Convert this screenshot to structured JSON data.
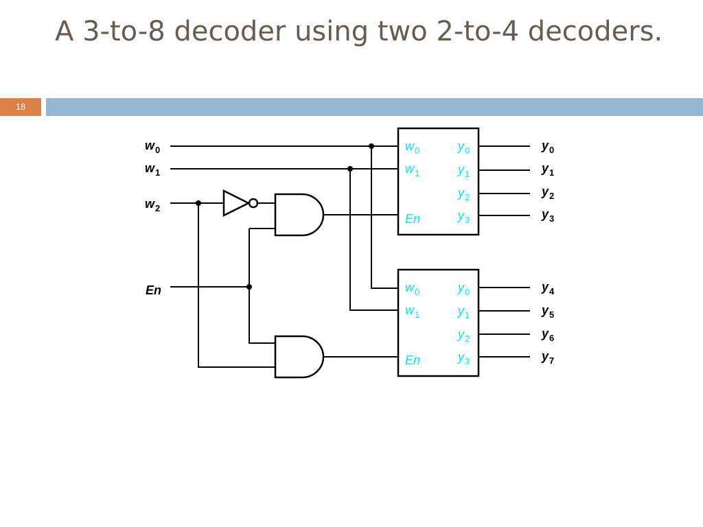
{
  "slide": {
    "title": "A 3-to-8 decoder using two 2-to-4 decoders.",
    "number": "18",
    "colors": {
      "title": "#6b5a4e",
      "number_box": "#dd8047",
      "strip": "#94b6d2",
      "pin_labels": "#00e5f0"
    }
  },
  "circuit": {
    "inputs": [
      {
        "base": "w",
        "sub": "0"
      },
      {
        "base": "w",
        "sub": "1"
      },
      {
        "base": "w",
        "sub": "2"
      },
      {
        "base": "En",
        "sub": ""
      }
    ],
    "outputs": [
      {
        "base": "y",
        "sub": "0"
      },
      {
        "base": "y",
        "sub": "1"
      },
      {
        "base": "y",
        "sub": "2"
      },
      {
        "base": "y",
        "sub": "3"
      },
      {
        "base": "y",
        "sub": "4"
      },
      {
        "base": "y",
        "sub": "5"
      },
      {
        "base": "y",
        "sub": "6"
      },
      {
        "base": "y",
        "sub": "7"
      }
    ],
    "decoders": [
      {
        "inputs": [
          {
            "base": "w",
            "sub": "0"
          },
          {
            "base": "w",
            "sub": "1"
          }
        ],
        "enable": "En",
        "outputs": [
          {
            "base": "y",
            "sub": "0"
          },
          {
            "base": "y",
            "sub": "1"
          },
          {
            "base": "y",
            "sub": "2"
          },
          {
            "base": "y",
            "sub": "3"
          }
        ]
      },
      {
        "inputs": [
          {
            "base": "w",
            "sub": "0"
          },
          {
            "base": "w",
            "sub": "1"
          }
        ],
        "enable": "En",
        "outputs": [
          {
            "base": "y",
            "sub": "0"
          },
          {
            "base": "y",
            "sub": "1"
          },
          {
            "base": "y",
            "sub": "2"
          },
          {
            "base": "y",
            "sub": "3"
          }
        ]
      }
    ],
    "gates": [
      "not-gate-icon",
      "and-gate-icon",
      "and-gate-icon"
    ]
  }
}
